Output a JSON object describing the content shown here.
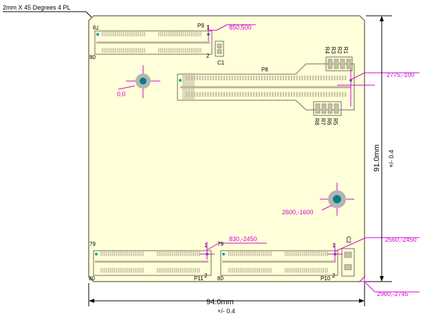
{
  "note": "2mm X 45 Degrees 4 PL",
  "dimensions": {
    "width": "94.0mm",
    "width_tol": "+/- 0.4",
    "height": "91.0mm",
    "height_tol": "+/- 0.4"
  },
  "coordinates": {
    "p9": "850,500",
    "hole1": "0,0",
    "p8": "2775,-100",
    "hole2": "2600,-1600",
    "p11": "830,-2450",
    "p10": "2560,-2450",
    "corner": "2960,-2745"
  },
  "refdes": {
    "p9": "P9",
    "p8": "P8",
    "p11": "P11",
    "p10": "P10",
    "c1": "C1",
    "c2": "C2",
    "r1": "R1",
    "r2": "R2",
    "r3": "R3",
    "r4": "R4",
    "r5": "R5",
    "r6": "R6",
    "r7": "R7",
    "r8": "R8"
  },
  "pins": {
    "p9_first": "79",
    "p9_last": "80",
    "p9_a": "1",
    "p9_b": "2",
    "p11_first": "79",
    "p11_last": "80",
    "p11_a": "1",
    "p11_b": "2",
    "p10_first": "79",
    "p10_last": "80",
    "p10_a": "1",
    "p10_b": "2"
  },
  "colors": {
    "board": "#ffffd9",
    "board_outline": "#7a7a62",
    "silk": "#6e6e5c",
    "pad": "#c7c0a4",
    "magenta": "#d400d4",
    "pin1": "#00a0a0",
    "hole": "#b4b4b4"
  }
}
